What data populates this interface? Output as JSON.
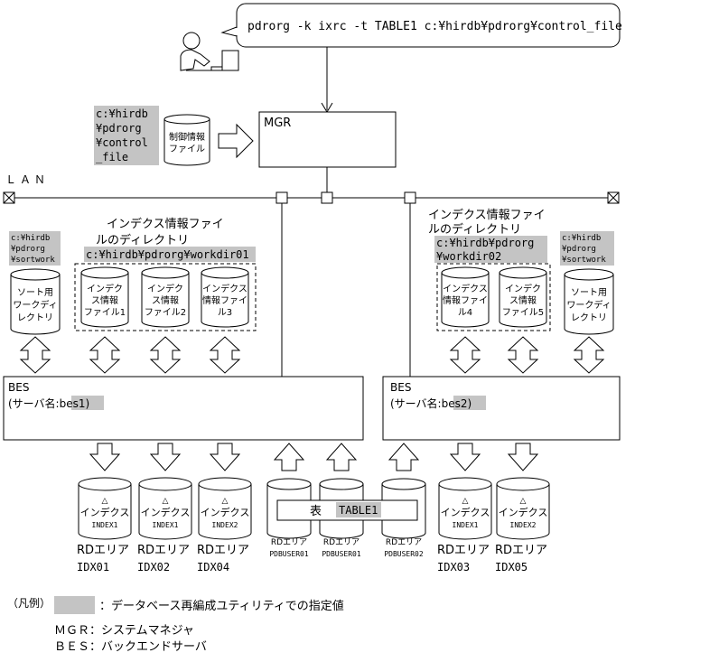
{
  "command": "pdrorg -k ixrc -t TABLE1 c:¥hirdb¥pdrorg¥control_file",
  "control_dir": [
    "c:¥hirdb",
    "¥pdrorg",
    "¥control",
    "_file"
  ],
  "control_file": [
    "制御情報",
    "ファイル"
  ],
  "mgr_label": "MGR",
  "lan_label": "ＬＡＮ",
  "sort_dir": [
    "c:¥hirdb",
    "¥pdrorg",
    "¥sortwork"
  ],
  "sort_file": [
    "ソート用",
    "ワークディ",
    "レクトリ"
  ],
  "left_index_dir_title": [
    "インデクス情報ファイ",
    "ルのディレクトリ"
  ],
  "left_index_dir_path": "c:¥hirdb¥pdrorg¥workdir01",
  "left_index_files": [
    [
      "インデク",
      "ス情報",
      "ファイル1"
    ],
    [
      "インデク",
      "ス情報",
      "ファイル2"
    ],
    [
      "インデクス",
      "情報ファイ",
      "ル3"
    ]
  ],
  "right_index_dir_title": [
    "インデクス情報ファイ",
    "ルのディレクトリ"
  ],
  "right_index_dir_path": [
    "c:¥hirdb¥pdrorg",
    "¥workdir02"
  ],
  "right_index_files": [
    [
      "インデクス",
      "情報ファイ",
      "ル4"
    ],
    [
      "インデク",
      "ス情報",
      "ファイル5"
    ]
  ],
  "bes_left": {
    "title": "BES",
    "prefix": "(サーバ名:",
    "name": "bes1",
    "suffix": ")"
  },
  "bes_right": {
    "title": "BES",
    "prefix": "(サーバ名:",
    "name": "bes2",
    "suffix": ")"
  },
  "triangle_glyph": "△",
  "index_label": "インデクス",
  "rd_areas": [
    {
      "index": "INDEX1",
      "area": "RDエリア",
      "name": "IDX01"
    },
    {
      "index": "INDEX1",
      "area": "RDエリア",
      "name": "IDX02"
    },
    {
      "index": "INDEX2",
      "area": "RDエリア",
      "name": "IDX04"
    },
    {
      "index": "INDEX1",
      "area": "RDエリア",
      "name": "IDX03"
    },
    {
      "index": "INDEX2",
      "area": "RDエリア",
      "name": "IDX05"
    }
  ],
  "pdb_areas": [
    {
      "area": "RDエリア",
      "name": "PDBUSER01"
    },
    {
      "area": "RDエリア",
      "name": "PDBUSER01"
    },
    {
      "area": "RDエリア",
      "name": "PDBUSER02"
    }
  ],
  "table_label": "表",
  "table_name": "TABLE1",
  "legend": {
    "title": "（凡例）",
    "highlight_desc": "：データベース再編成ユティリティでの指定値",
    "mgr": "ＭＧＲ：システムマネジャ",
    "bes": "ＢＥＳ：バックエンドサーバ"
  },
  "colors": {
    "highlight": "#c4c4c4",
    "line": "#000000",
    "background": "#ffffff"
  }
}
